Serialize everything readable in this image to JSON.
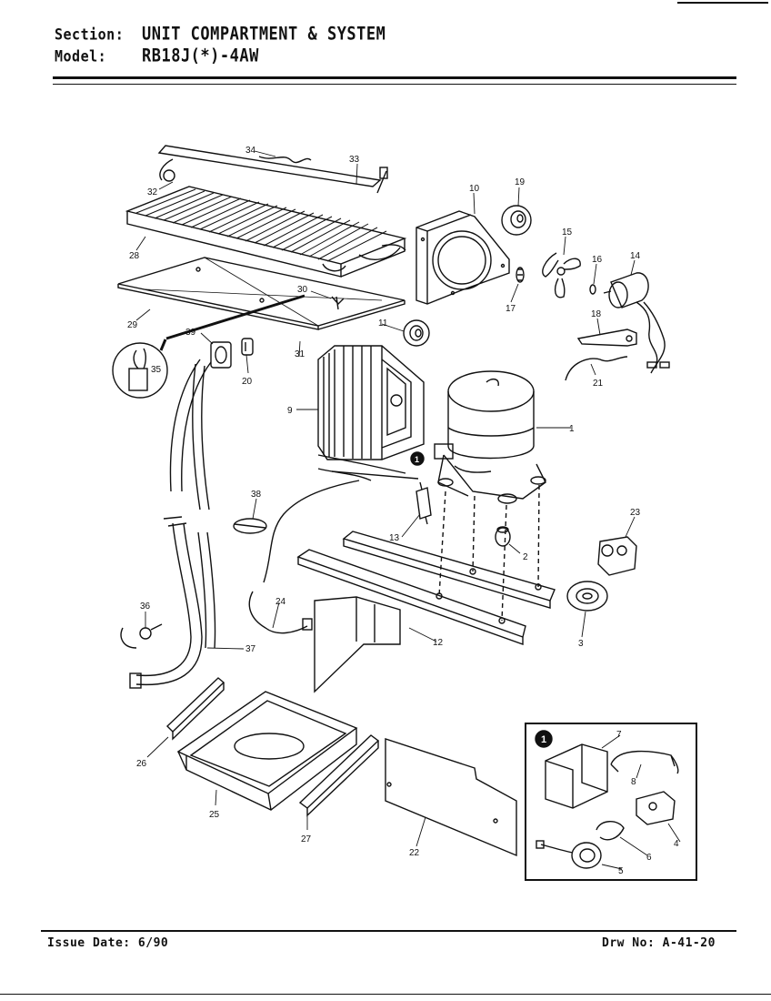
{
  "header": {
    "section_label": "Section:",
    "section_value": "UNIT COMPARTMENT & SYSTEM",
    "model_label": "Model:",
    "model_value": "RB18J(*)-4AW"
  },
  "footer": {
    "issue_date": "Issue Date: 6/90",
    "drawing_number": "Drw No: A-41-20"
  },
  "callouts": [
    "1",
    "2",
    "3",
    "4",
    "5",
    "6",
    "7",
    "8",
    "9",
    "10",
    "11",
    "12",
    "13",
    "14",
    "15",
    "16",
    "17",
    "18",
    "19",
    "20",
    "21",
    "22",
    "23",
    "24",
    "25",
    "26",
    "27",
    "28",
    "29",
    "30",
    "31",
    "32",
    "33",
    "34",
    "35",
    "36",
    "37",
    "38",
    "39"
  ],
  "inset": {
    "marker": "1"
  },
  "parts": {
    "compressor": "compressor-icon",
    "condenser": "condenser-coil-icon",
    "fan_shroud": "fan-shroud-icon",
    "fan_blade": "fan-blade-icon",
    "fan_motor": "fan-motor-icon",
    "drain_pan": "drain-pan-icon",
    "evaporator": "evaporator-coil-icon"
  }
}
